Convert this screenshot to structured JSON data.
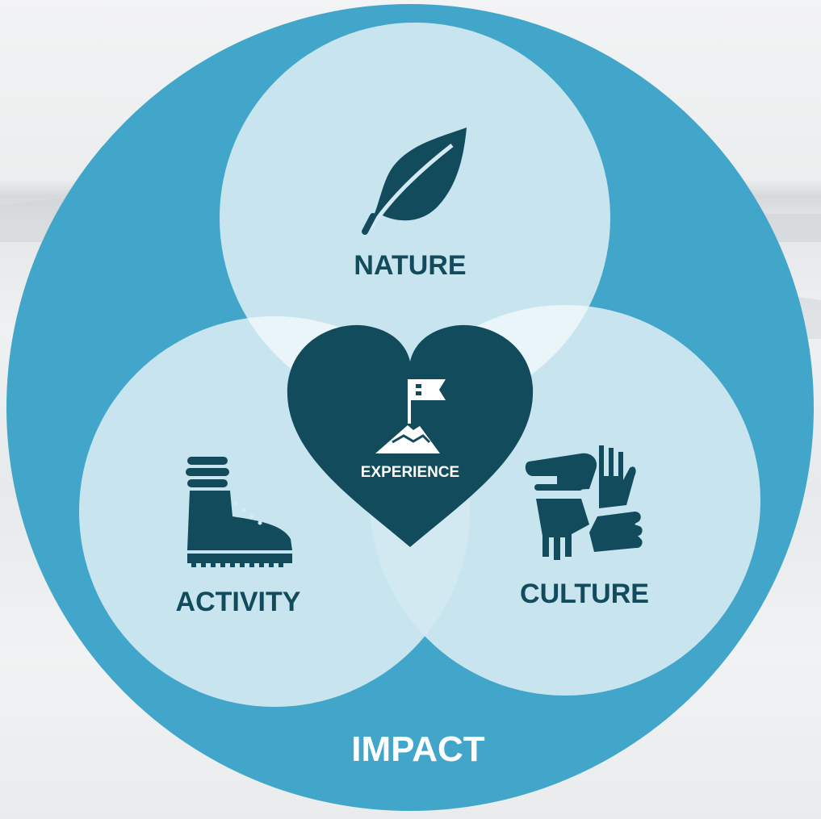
{
  "diagram": {
    "outer_label": "IMPACT",
    "center_label": "EXPERIENCE",
    "circles": [
      {
        "id": "nature",
        "label": "NATURE",
        "icon": "leaf-icon"
      },
      {
        "id": "activity",
        "label": "ACTIVITY",
        "icon": "hiking-boot-icon"
      },
      {
        "id": "culture",
        "label": "CULTURE",
        "icon": "joined-hands-icon"
      }
    ],
    "center_icon": "mountain-flag-icon",
    "colors": {
      "outer_ring": "#41a6ca",
      "inner_circle": "#d3eaf2",
      "dark_teal": "#124b5c",
      "label_light": "#ffffff"
    }
  }
}
